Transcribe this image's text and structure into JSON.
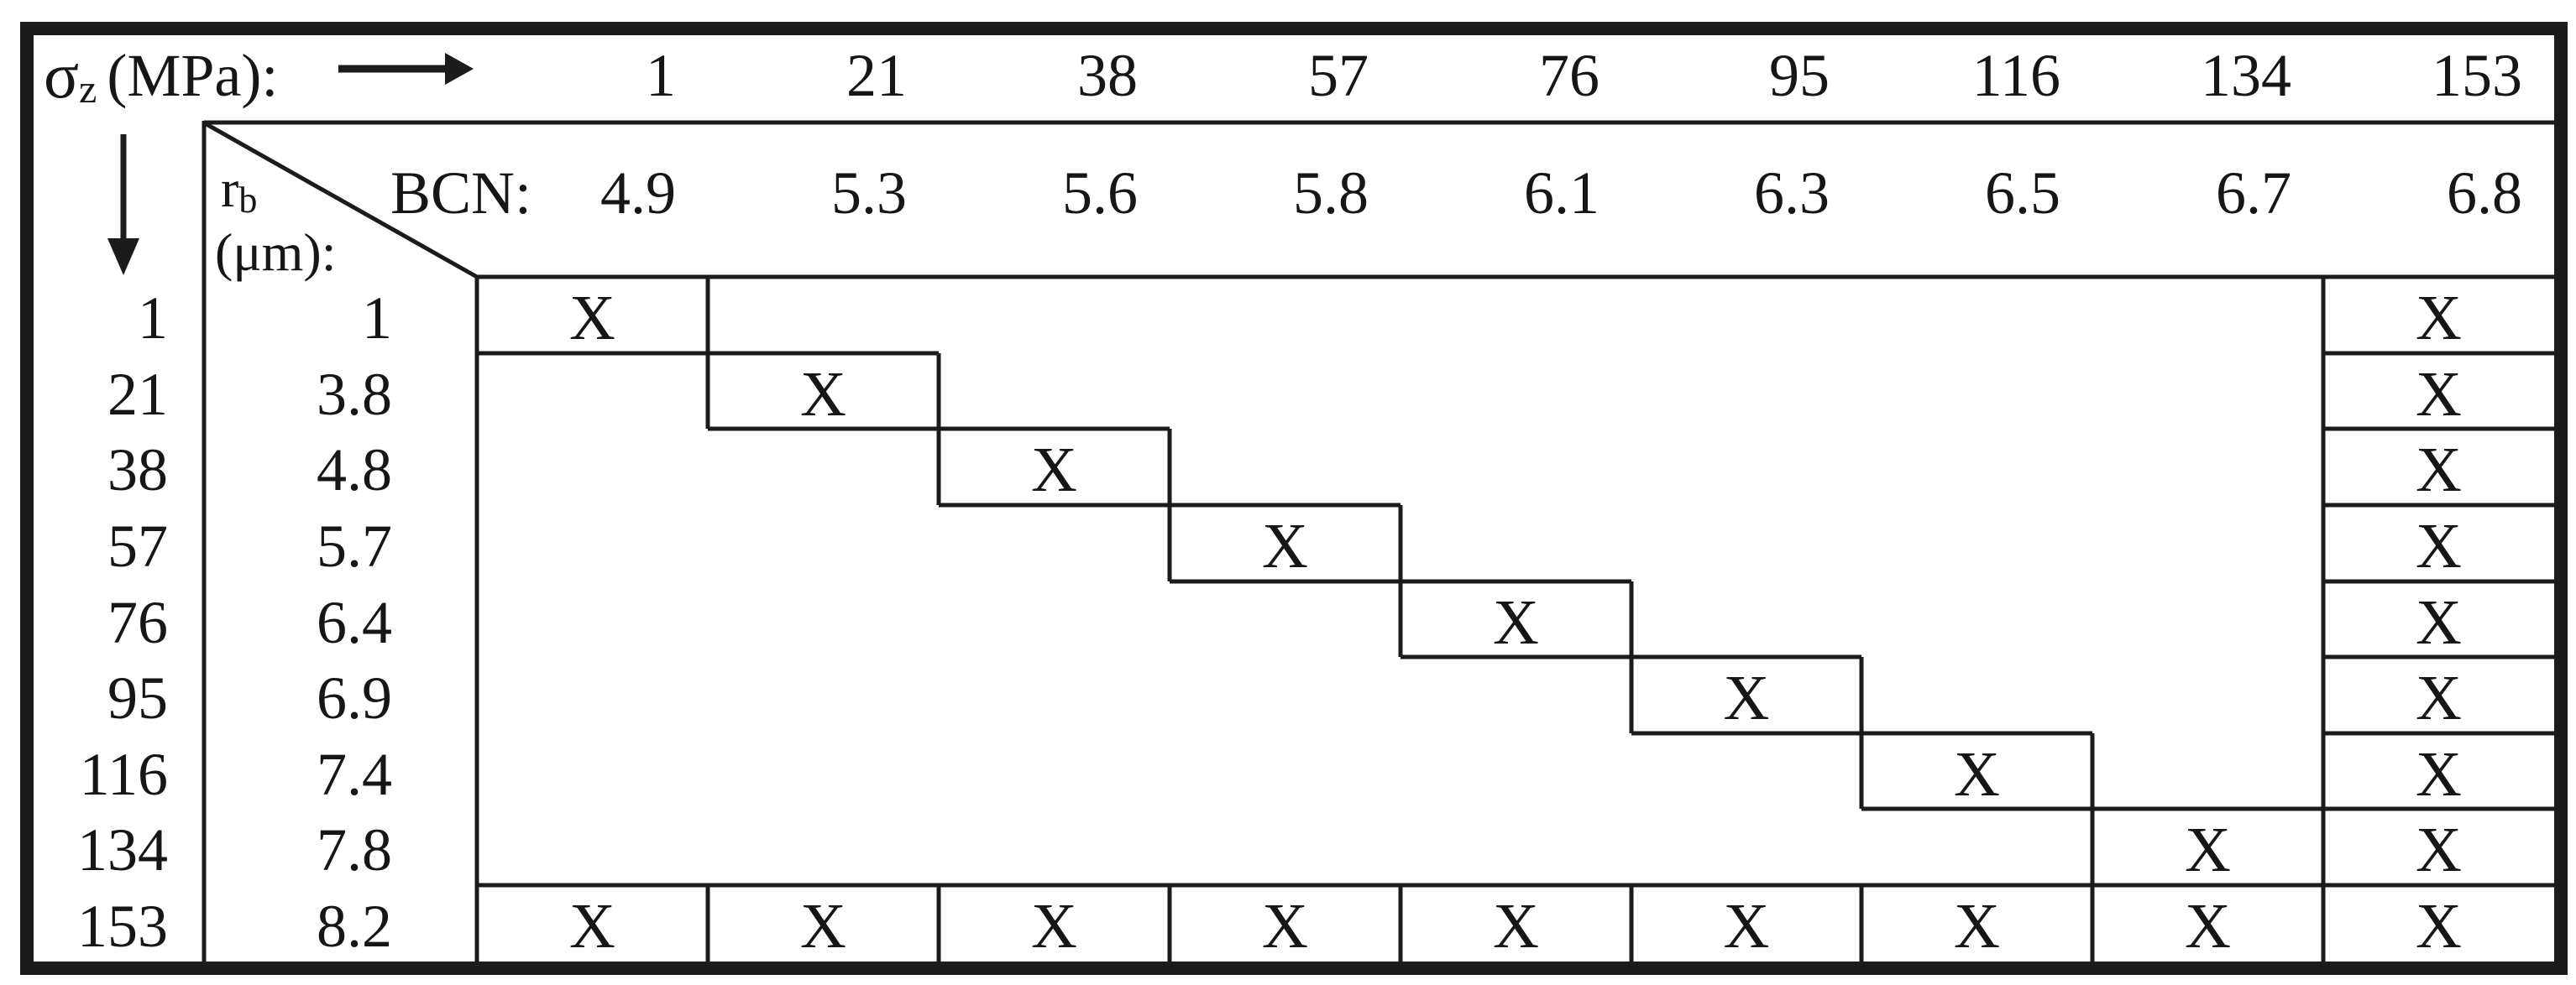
{
  "col_axis": {
    "symbol": "σ",
    "subscript": "z",
    "unit": "(MPa):",
    "values": [
      "1",
      "21",
      "38",
      "57",
      "76",
      "95",
      "116",
      "134",
      "153"
    ]
  },
  "bcn": {
    "label": "BCN:",
    "values": [
      "4.9",
      "5.3",
      "5.6",
      "5.8",
      "6.1",
      "6.3",
      "6.5",
      "6.7",
      "6.8"
    ]
  },
  "row_axis": {
    "symbol": "r",
    "subscript": "b",
    "unit": "(μm):",
    "values": [
      "1",
      "21",
      "38",
      "57",
      "76",
      "95",
      "116",
      "134",
      "153"
    ]
  },
  "rb": {
    "values": [
      "1",
      "3.8",
      "4.8",
      "5.7",
      "6.4",
      "6.9",
      "7.4",
      "7.8",
      "8.2"
    ]
  },
  "matrix": {
    "mark": "X",
    "rows": [
      [
        1,
        0,
        0,
        0,
        0,
        0,
        0,
        0,
        1
      ],
      [
        0,
        1,
        0,
        0,
        0,
        0,
        0,
        0,
        1
      ],
      [
        0,
        0,
        1,
        0,
        0,
        0,
        0,
        0,
        1
      ],
      [
        0,
        0,
        0,
        1,
        0,
        0,
        0,
        0,
        1
      ],
      [
        0,
        0,
        0,
        0,
        1,
        0,
        0,
        0,
        1
      ],
      [
        0,
        0,
        0,
        0,
        0,
        1,
        0,
        0,
        1
      ],
      [
        0,
        0,
        0,
        0,
        0,
        0,
        1,
        0,
        1
      ],
      [
        0,
        0,
        0,
        0,
        0,
        0,
        0,
        1,
        1
      ],
      [
        1,
        1,
        1,
        1,
        1,
        1,
        1,
        1,
        1
      ]
    ]
  },
  "icons": {
    "col_direction": "right-arrow",
    "row_direction": "down-arrow"
  },
  "colors": {
    "ink": "#1b1b1b",
    "background": "#ffffff"
  }
}
